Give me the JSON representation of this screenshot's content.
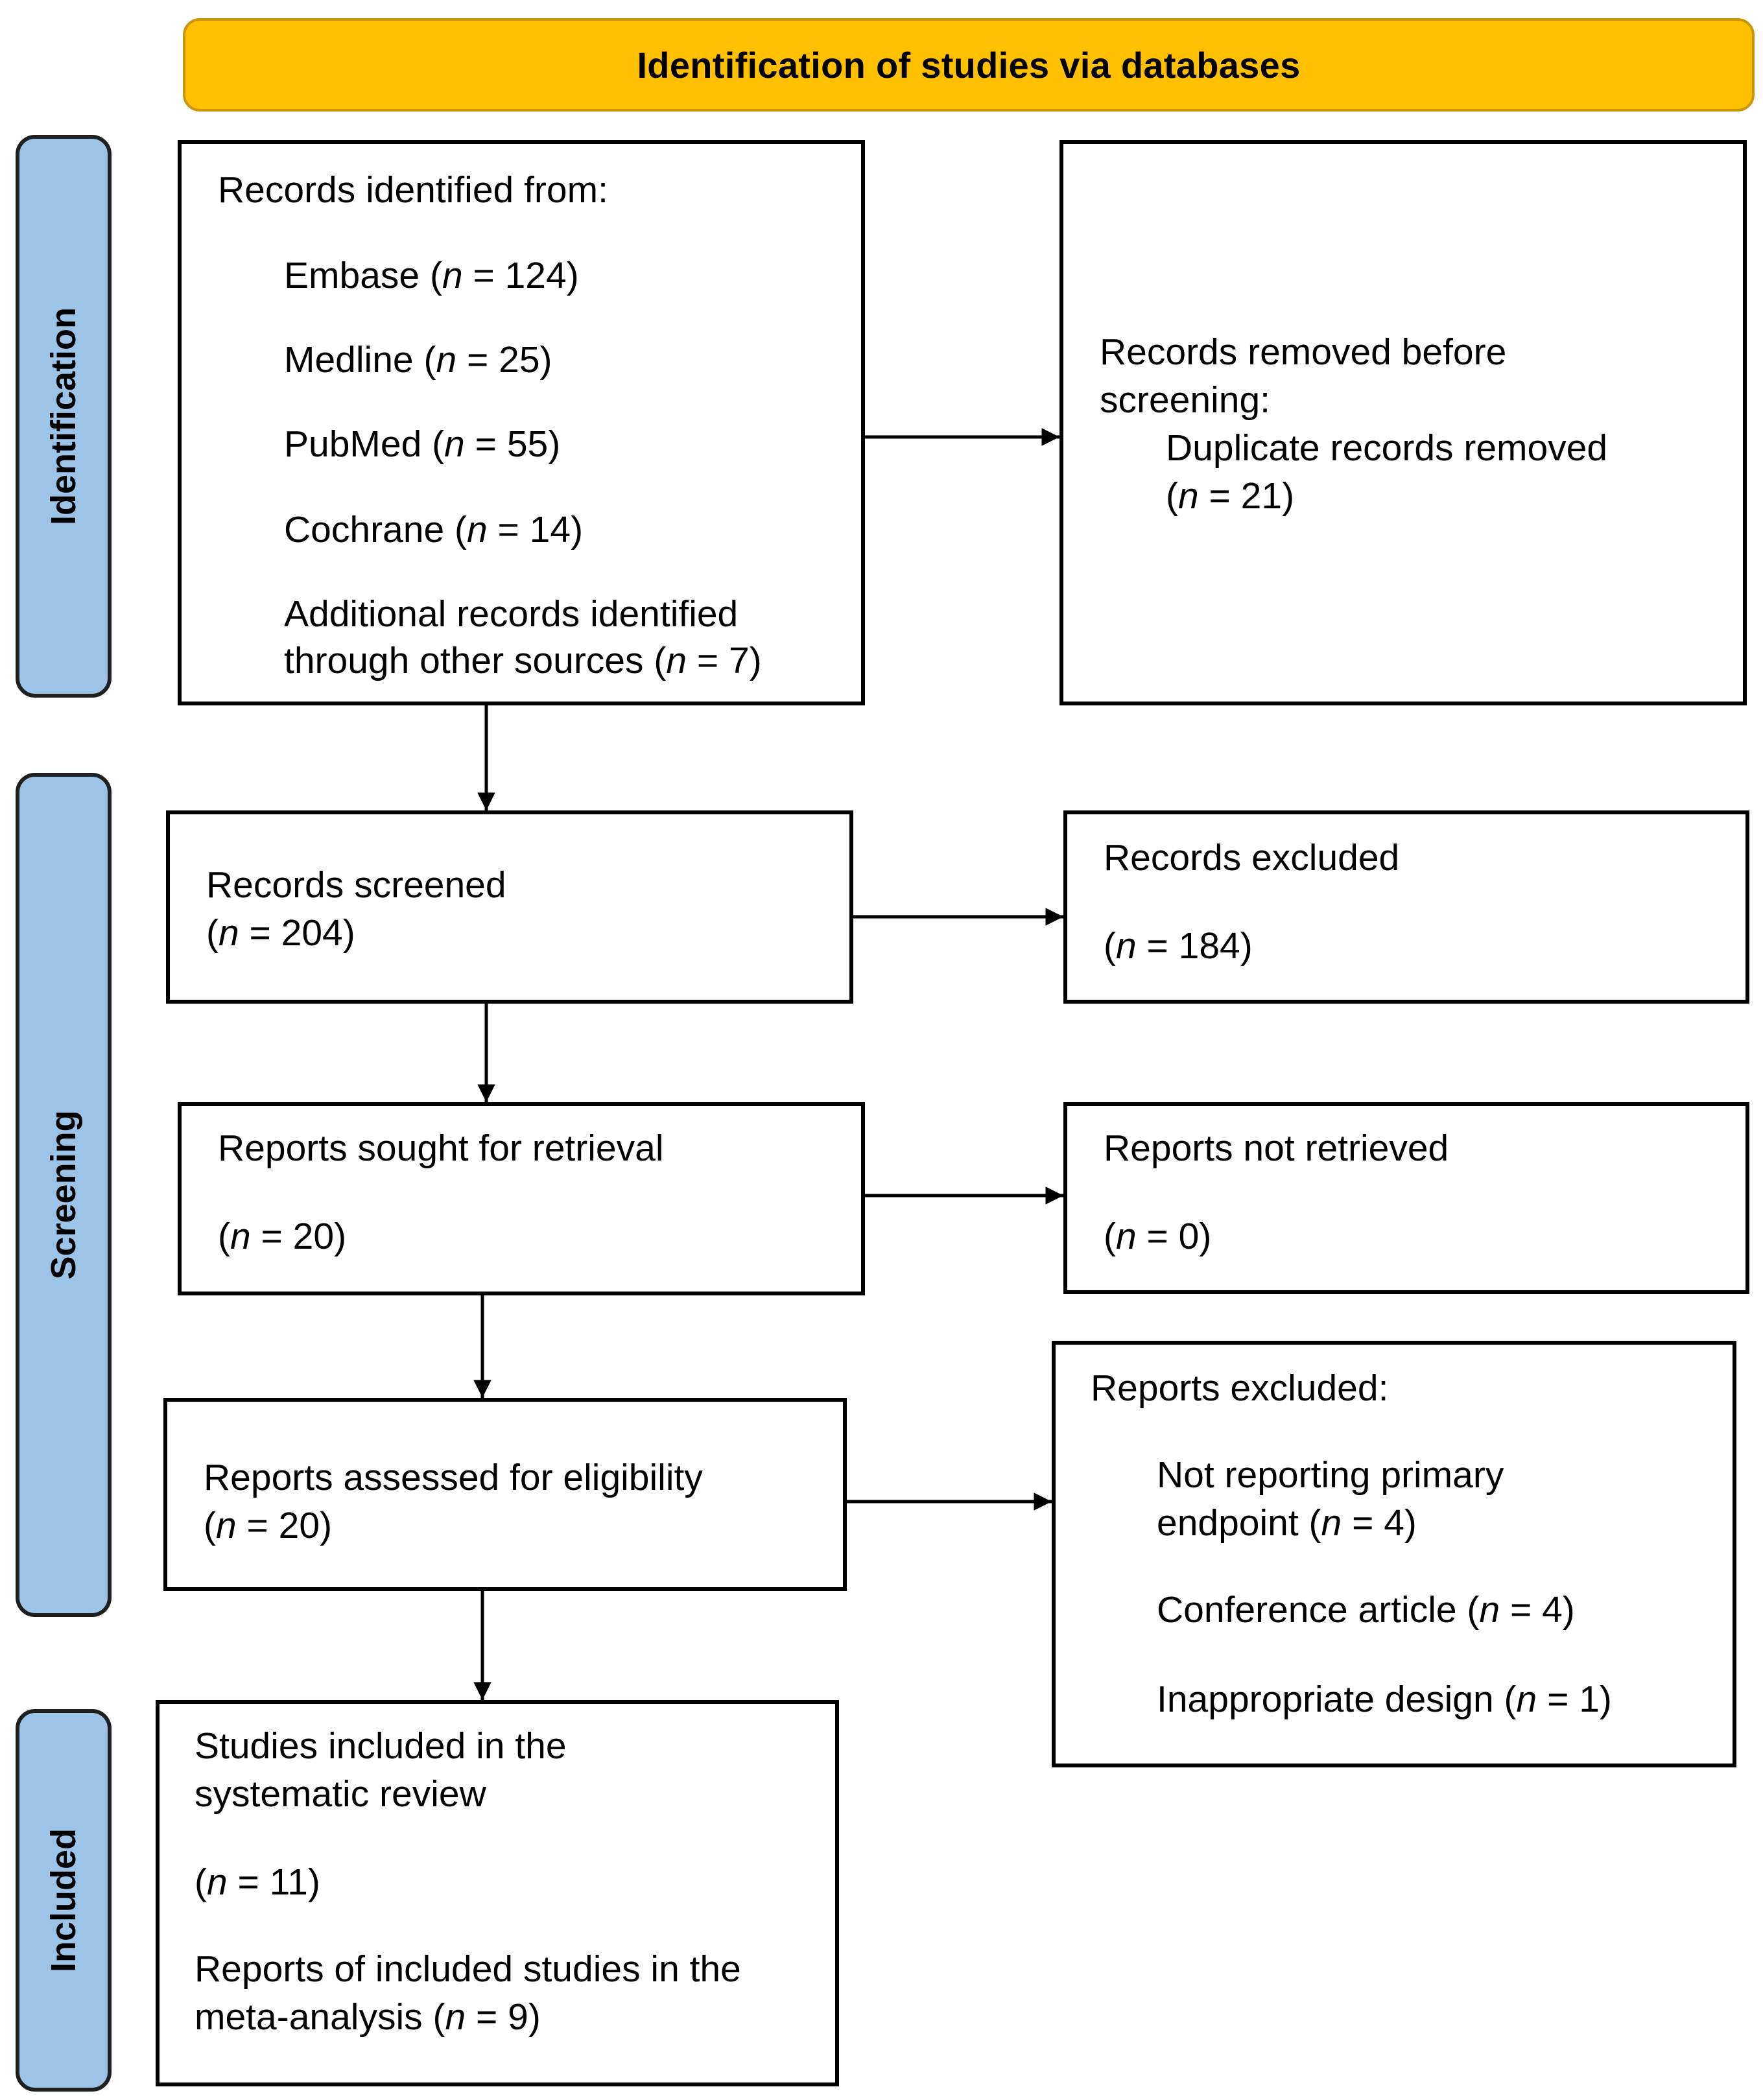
{
  "header": {
    "title": "Identification of studies via databases"
  },
  "phases": [
    "Identification",
    "Screening",
    "Included"
  ],
  "identification": {
    "records_heading": "Records identified from:",
    "sources": [
      {
        "name": "Embase",
        "n": "124"
      },
      {
        "name": "Medline",
        "n": "25"
      },
      {
        "name": "PubMed",
        "n": "55"
      },
      {
        "name": "Cochrane",
        "n": "14"
      }
    ],
    "additional_line1": "Additional records identified",
    "additional_line2": "through other sources",
    "additional_n": "7",
    "removed_line1": "Records removed before",
    "removed_line2": "screening:",
    "duplicates_label": "Duplicate records removed",
    "duplicates_n": "21"
  },
  "screening": {
    "screened_label": "Records screened",
    "screened_n": "204",
    "excluded_label": "Records excluded",
    "excluded_n": "184",
    "sought_label": "Reports sought for retrieval",
    "sought_n": "20",
    "not_retrieved_label": "Reports not retrieved",
    "not_retrieved_n": "0",
    "assessed_label": "Reports assessed for eligibility",
    "assessed_n": "20",
    "reports_excluded_heading": "Reports excluded:",
    "reasons": [
      {
        "line1": "Not reporting primary",
        "line2": "endpoint",
        "n": "4"
      },
      {
        "line1": "Conference article",
        "n": "4"
      },
      {
        "line1": "Inappropriate design",
        "n": "1"
      }
    ]
  },
  "included": {
    "studies_line1": "Studies included in the",
    "studies_line2": "systematic review",
    "studies_n": "11",
    "meta_line1": "Reports of included studies in the",
    "meta_line2": "meta-analysis",
    "meta_n": "9"
  },
  "n_symbol": "n"
}
